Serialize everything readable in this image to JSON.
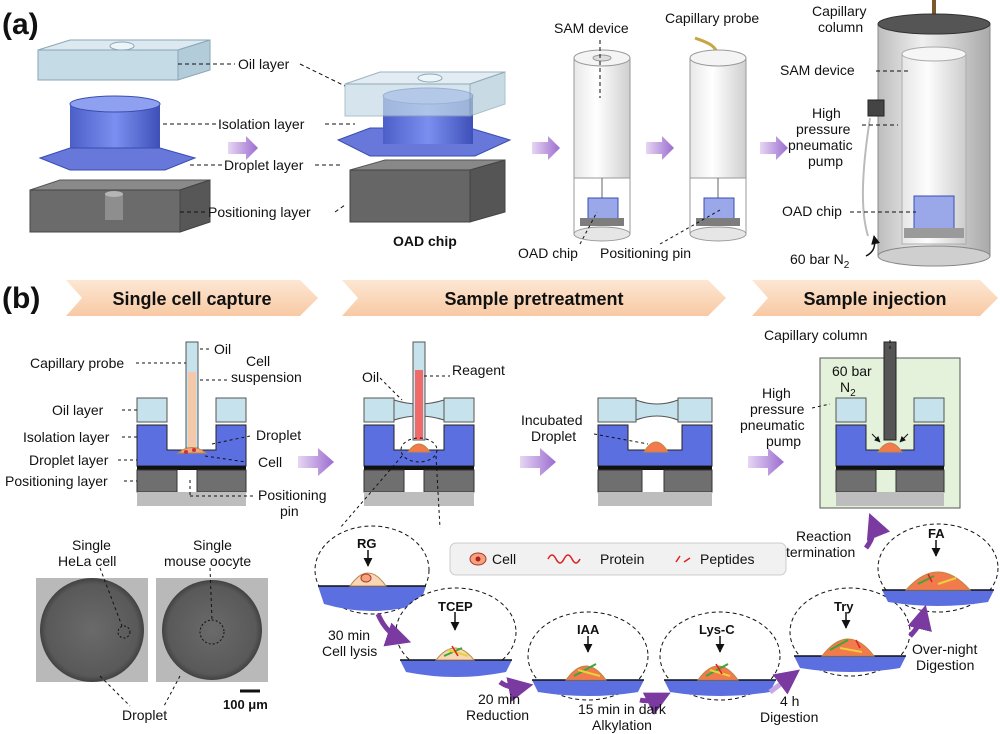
{
  "panel_a": {
    "tag": "(a)",
    "exploded_labels": {
      "oil": "Oil layer",
      "isolation": "Isolation layer",
      "droplet": "Droplet layer",
      "positioning": "Positioning layer"
    },
    "oad_caption": "OAD chip",
    "sam_device": "SAM device",
    "capillary_probe": "Capillary probe",
    "oad_chip_label": "OAD chip",
    "positioning_pin": "Positioning pin",
    "capillary_column_1": "Capillary",
    "capillary_column_2": "column",
    "sam_device_2": "SAM device",
    "pump_1": "High",
    "pump_2": "pressure",
    "pump_3": "pneumatic",
    "pump_4": "pump",
    "oad_chip_2": "OAD chip",
    "pressure": "60 bar N",
    "pressure_sub": "2"
  },
  "panel_b": {
    "tag": "(b)",
    "steps": [
      "Single cell capture",
      "Sample pretreatment",
      "Sample injection"
    ],
    "capture": {
      "oil": "Oil",
      "capillary_probe": "Capillary probe",
      "cell_susp_1": "Cell",
      "cell_susp_2": "suspension",
      "oil_layer": "Oil layer",
      "isolation_layer": "Isolation layer",
      "droplet_layer": "Droplet layer",
      "positioning_layer": "Positioning layer",
      "droplet": "Droplet",
      "cell": "Cell",
      "pin_1": "Positioning",
      "pin_2": "pin"
    },
    "pretreat": {
      "oil": "Oil",
      "reagent": "Reagent",
      "incubated_1": "Incubated",
      "incubated_2": "Droplet"
    },
    "inject": {
      "capillary_column": "Capillary column",
      "bar": "60 bar",
      "n2": "N",
      "n2_sub": "2",
      "pump_1": "High",
      "pump_2": "pressure",
      "pump_3": "pneumatic",
      "pump_4": "pump",
      "termination_1": "Reaction",
      "termination_2": "termination"
    },
    "micro": {
      "hela_1": "Single",
      "hela_2": "HeLa cell",
      "oocyte_1": "Single",
      "oocyte_2": "mouse oocyte",
      "droplet": "Droplet",
      "scale": "100 μm"
    },
    "legend": {
      "cell": "Cell",
      "protein": "Protein",
      "peptides": "Peptides"
    },
    "reagents": {
      "rg": "RG",
      "tcep": "TCEP",
      "iaa": "IAA",
      "lysc": "Lys-C",
      "try": "Try",
      "fa": "FA"
    },
    "step_notes": {
      "lysis_1": "30 min",
      "lysis_2": "Cell lysis",
      "reduction_1": "20 min",
      "reduction_2": "Reduction",
      "alkylation_1": "15 min in dark",
      "alkylation_2": "Alkylation",
      "digestion_1": "4 h",
      "digestion_2": "Digestion",
      "overnight_1": "Over-night",
      "overnight_2": "Digestion"
    }
  },
  "colors": {
    "blue": "#5b6fe0",
    "light_blue": "#c6e2ec",
    "gray": "#6f6f6f",
    "light_gray": "#bdbdbd",
    "purple_arrow": "#7a3aa0",
    "droplet_orange": "#f37a4c",
    "banner": "#fbd9bd"
  }
}
